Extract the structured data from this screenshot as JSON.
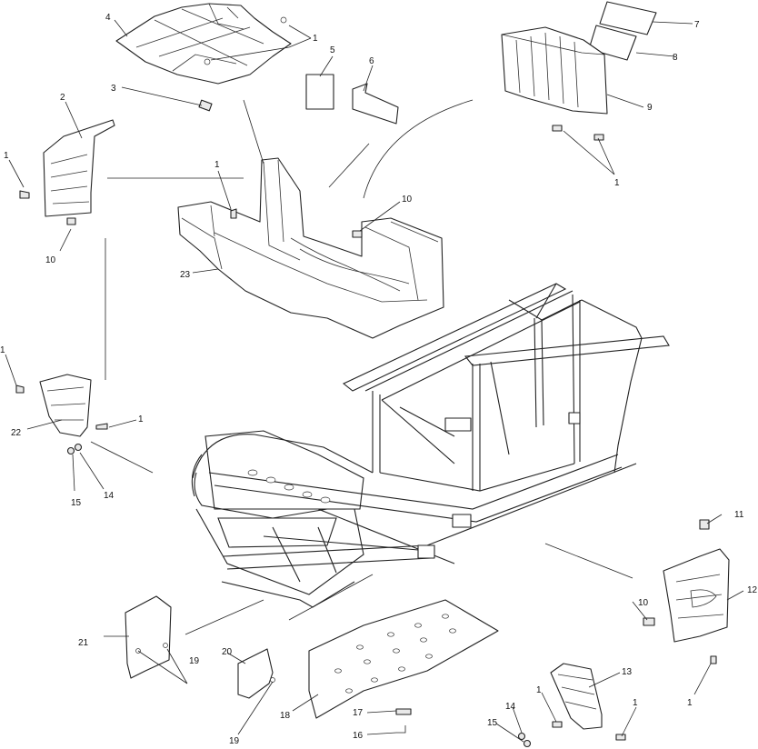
{
  "diagram": {
    "callouts": {
      "c1a": "1",
      "c1b": "1",
      "c1c": "1",
      "c1d": "1",
      "c1e": "1",
      "c1f": "1",
      "c1g": "1",
      "c1h": "1",
      "c2": "2",
      "c3": "3",
      "c4": "4",
      "c5": "5",
      "c6": "6",
      "c7": "7",
      "c8": "8",
      "c9": "9",
      "c10a": "10",
      "c10b": "10",
      "c10c": "10",
      "c11": "11",
      "c12": "12",
      "c13": "13",
      "c14a": "14",
      "c14b": "14",
      "c15a": "15",
      "c15b": "15",
      "c16": "16",
      "c17": "17",
      "c18": "18",
      "c19a": "19",
      "c19b": "19",
      "c20": "20",
      "c21": "21",
      "c22": "22",
      "c23": "23"
    }
  }
}
